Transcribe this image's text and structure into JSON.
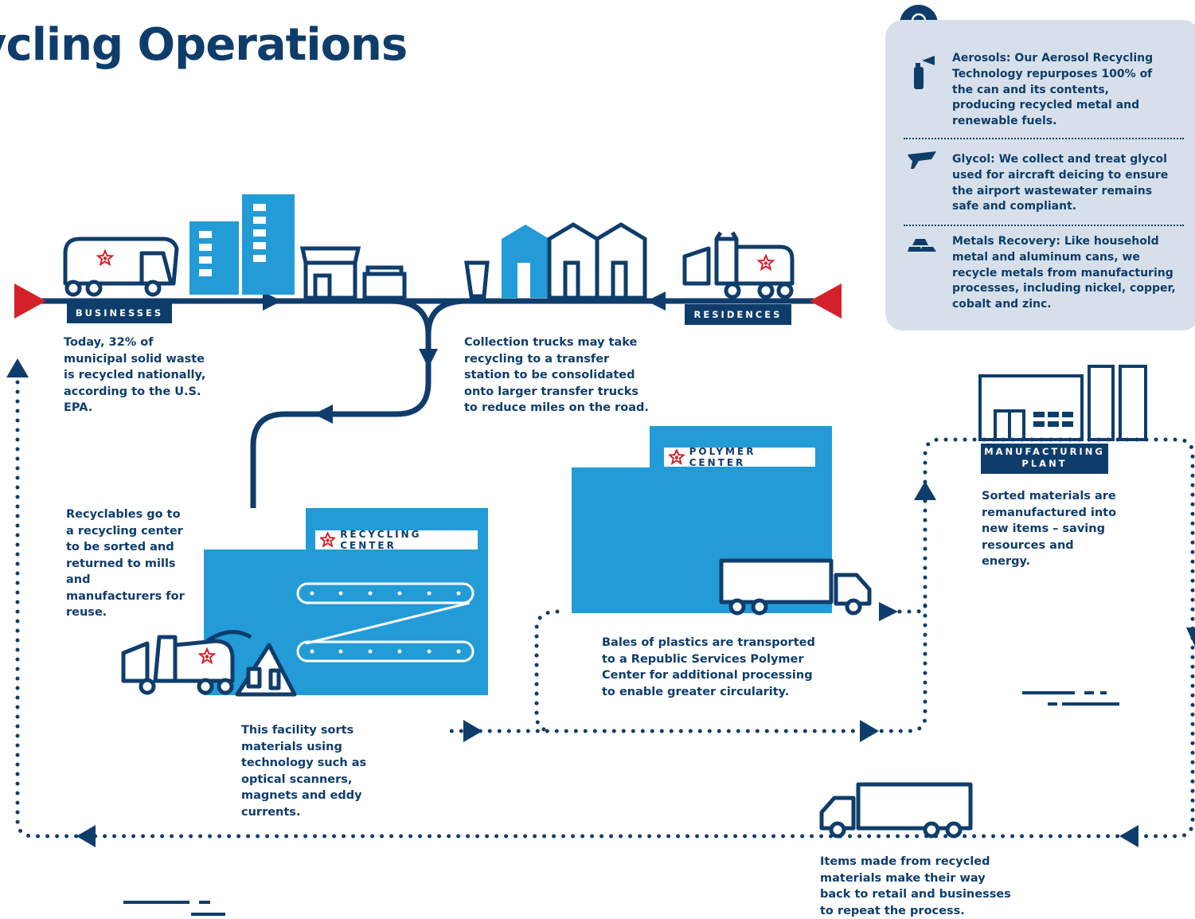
{
  "title": "ycling Operations",
  "colors": {
    "navy": "#0f3d6b",
    "blue": "#239bd7",
    "red": "#d4202a",
    "panel": "#d7e0ea"
  },
  "labels": {
    "businesses": "BUSINESSES",
    "residences": "RESIDENCES",
    "recycling_center": "RECYCLING CENTER",
    "polymer_center": "POLYMER CENTER",
    "manufacturing_plant": "MANUFACTURING PLANT"
  },
  "captions": {
    "businesses": "Today, 32% of municipal solid waste is recycled nationally, according to the U.S. EPA.",
    "collection": "Collection trucks may take recycling to a transfer station to be consolidated onto larger transfer trucks to reduce miles on the road.",
    "recyclables": "Recyclables go to a recycling center to be sorted and returned to mills and manufacturers for reuse.",
    "facility": "This facility sorts materials using technology such as optical scanners, magnets and eddy currents.",
    "bales": "Bales of plastics are transported to a Republic Services Polymer Center for additional processing to enable greater circularity.",
    "sorted": "Sorted materials are remanufactured into new items – saving resources and energy.",
    "items": "Items made from recycled materials make their way back to retail and businesses to repeat the process."
  },
  "tips": [
    {
      "icon": "aerosol-can-icon",
      "heading": "Aerosols:",
      "text": "Our Aerosol Recycling Technology repurposes 100% of the can and its contents, producing recycled metal and renewable fuels."
    },
    {
      "icon": "airplane-icon",
      "heading": "Glycol:",
      "text": "We collect and treat glycol used for aircraft deicing to ensure the airport wastewater remains safe and compliant."
    },
    {
      "icon": "metal-bars-icon",
      "heading": "Metals Recovery:",
      "text": "Like household metal and aluminum cans, we recycle metals from manufacturing processes, including nickel, copper, cobalt and zinc."
    }
  ]
}
